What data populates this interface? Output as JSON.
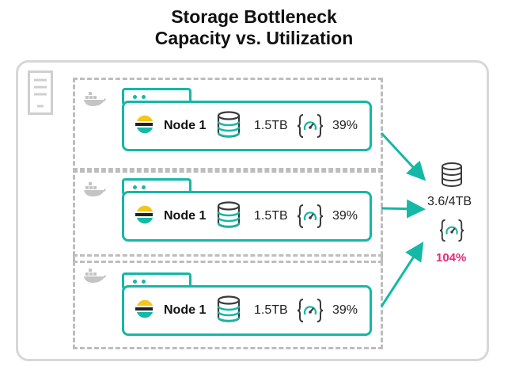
{
  "title": {
    "line1": "Storage Bottleneck",
    "line2": "Capacity vs. Utilization"
  },
  "colors": {
    "accent": "#14b8a6",
    "dashed_border": "#bdbdbd",
    "outer_border": "#d7d7d7",
    "alert": "#e6297a",
    "logo_yellow": "#f5c518"
  },
  "icons": {
    "server": "server-icon",
    "container": "docker-whale-icon",
    "node_logo": "elasticsearch-logo-icon",
    "storage": "database-icon",
    "utilization": "gauge-icon"
  },
  "nodes": [
    {
      "name": "Node 1",
      "capacity": "1.5TB",
      "utilization": "39%"
    },
    {
      "name": "Node 1",
      "capacity": "1.5TB",
      "utilization": "39%"
    },
    {
      "name": "Node 1",
      "capacity": "1.5TB",
      "utilization": "39%"
    }
  ],
  "summary": {
    "capacity": "3.6/4TB",
    "utilization": "104%"
  }
}
